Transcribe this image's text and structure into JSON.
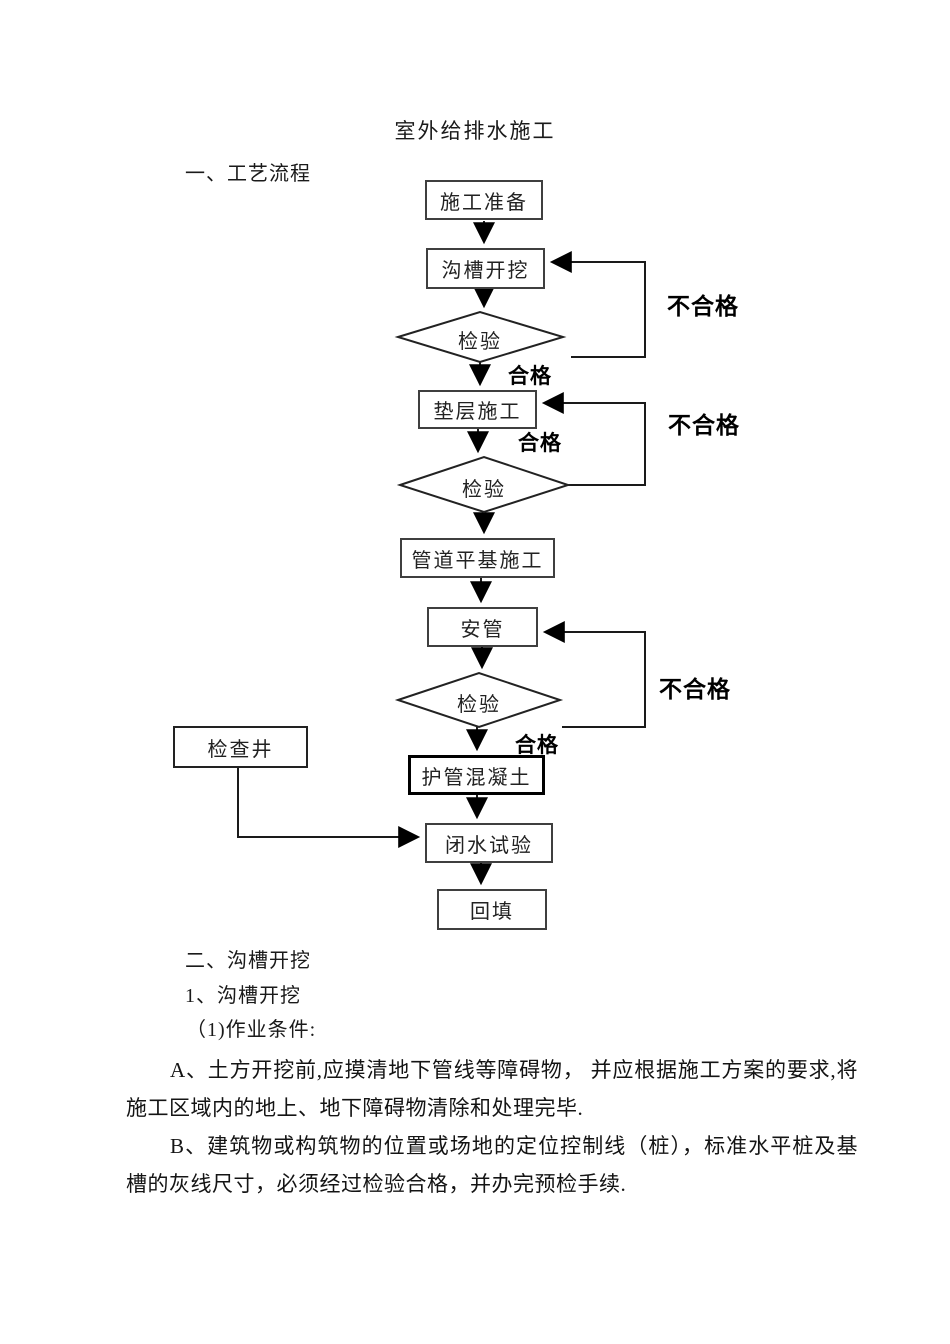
{
  "page": {
    "title": "室外给排水施工",
    "section1_heading": "一、工艺流程",
    "section2_heading": "二、沟槽开挖",
    "sub_heading1": "1、沟槽开挖",
    "sub_heading2": "（1)作业条件:",
    "para_a": "A、土方开挖前,应摸清地下管线等障碍物， 并应根据施工方案的要求,将施工区域内的地上、地下障碍物清除和处理完毕.",
    "para_b": "B、建筑物或构筑物的位置或场地的定位控制线（桩），标准水平桩及基槽的灰线尺寸，必须经过检验合格，并办完预检手续."
  },
  "flowchart": {
    "nodes": {
      "prep": "施工准备",
      "trench_excavation": "沟槽开挖",
      "inspect1": "检验",
      "cushion": "垫层施工",
      "inspect2": "检验",
      "pipe_base": "管道平基施工",
      "pipe_install": "安管",
      "inspect3": "检验",
      "manhole": "检查井",
      "pipe_concrete": "护管混凝土",
      "water_test": "闭水试验",
      "backfill": "回填"
    },
    "labels": {
      "pass": "合格",
      "fail": "不合格"
    },
    "colors": {
      "line": "#1a1a1a",
      "box_border": "#3f3f3f",
      "bold_box_border": "#000000",
      "text": "#222222"
    }
  }
}
